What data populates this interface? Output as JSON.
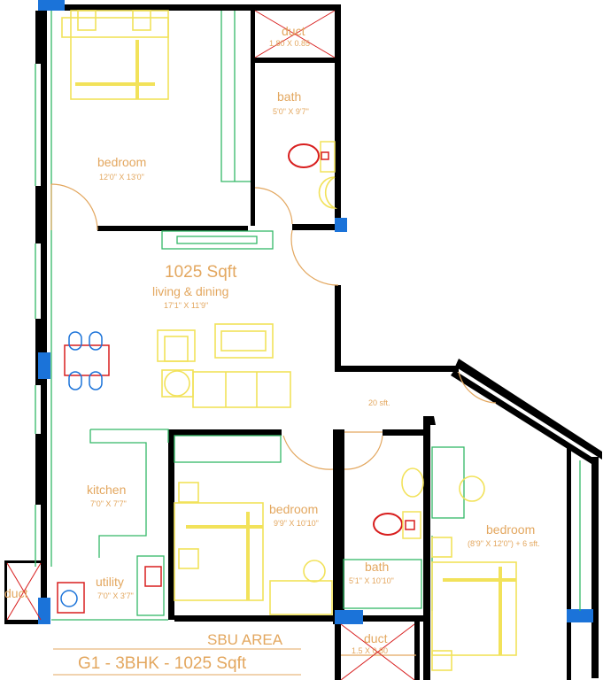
{
  "title_area": "1025 Sqft",
  "rooms": {
    "bedroom1": {
      "name": "bedroom",
      "dims": "12'0\" X 13'0\""
    },
    "duct_top": {
      "name": "duct",
      "dims": "1.80 X 0.85"
    },
    "bath_top": {
      "name": "bath",
      "dims": "5'0\" X 9'7\""
    },
    "living": {
      "name": "living & dining",
      "dims": "17'1\" X 11'9\""
    },
    "kitchen": {
      "name": "kitchen",
      "dims": "7'0\" X 7'7\""
    },
    "utility": {
      "name": "utility",
      "dims": "7'0\" X 3'7\""
    },
    "duct_left": {
      "name": "duct"
    },
    "bedroom2": {
      "name": "bedroom",
      "dims": "9'9\" X 10'10\""
    },
    "bath_bottom": {
      "name": "bath",
      "dims": "5'1\" X 10'10\""
    },
    "duct_bottom": {
      "name": "duct",
      "dims": "1.5 X 0.80"
    },
    "bedroom3": {
      "name": "bedroom",
      "dims": "(8'9\" X 12'0\") + 6 sft."
    }
  },
  "passage_note": "20 sft.",
  "footer": {
    "line1": "SBU AREA",
    "line2": "G1 - 3BHK - 1025 Sqft"
  },
  "colors": {
    "wall": "#000000",
    "column": "#1b73d9",
    "text": "#e3a75f",
    "furniture": "#f2e25a",
    "fixture": "#d81e1e",
    "window": "#33b866"
  }
}
